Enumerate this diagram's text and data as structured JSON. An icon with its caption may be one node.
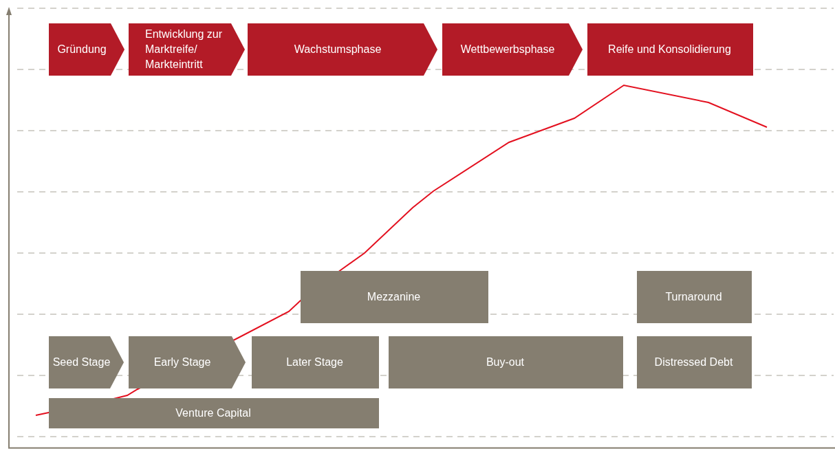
{
  "diagram": {
    "nodes": [
      {
        "text": [
          "Gründung"
        ]
      },
      {
        "text": [
          "Entwicklung zur Marktreife/ Markteintritt"
        ]
      },
      {
        "text": [
          "Wachstumsphase"
        ]
      },
      {
        "text": [
          "Wettbewerbsphase"
        ]
      },
      {
        "text": [
          "Reife und Konsolidierung"
        ]
      },
      {
        "text": [
          "Mezzanine"
        ]
      },
      {
        "text": [
          "Turnaround"
        ]
      },
      {
        "text": [
          "Seed Stage"
        ]
      },
      {
        "text": [
          "Early Stage"
        ]
      },
      {
        "text": [
          "Later Stage"
        ]
      },
      {
        "text": [
          "Buy-out"
        ]
      },
      {
        "text": [
          "Distressed Debt"
        ]
      },
      {
        "text": [
          "Venture Capital"
        ]
      }
    ]
  }
}
